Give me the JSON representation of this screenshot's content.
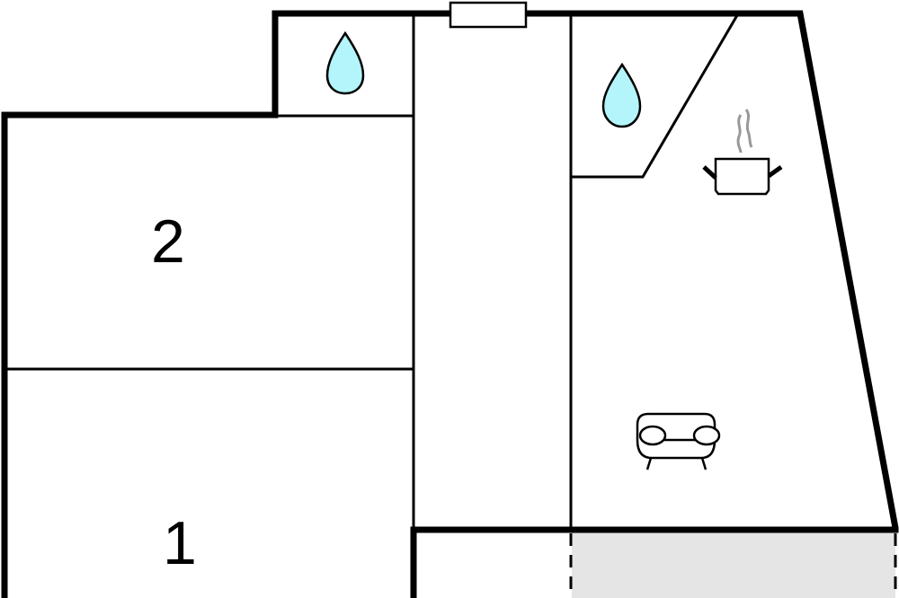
{
  "floorplan": {
    "rooms": [
      {
        "label": "2",
        "type": "bedroom"
      },
      {
        "label": "1",
        "type": "bedroom"
      }
    ],
    "icons": [
      "bathroom-drop-icon",
      "bathroom-drop-icon",
      "kitchen-pot-icon",
      "living-sofa-icon"
    ],
    "colors": {
      "water": "#b3f5fb",
      "terrace": "#e5e5e5",
      "wall": "#000000",
      "steam": "#999999"
    }
  }
}
